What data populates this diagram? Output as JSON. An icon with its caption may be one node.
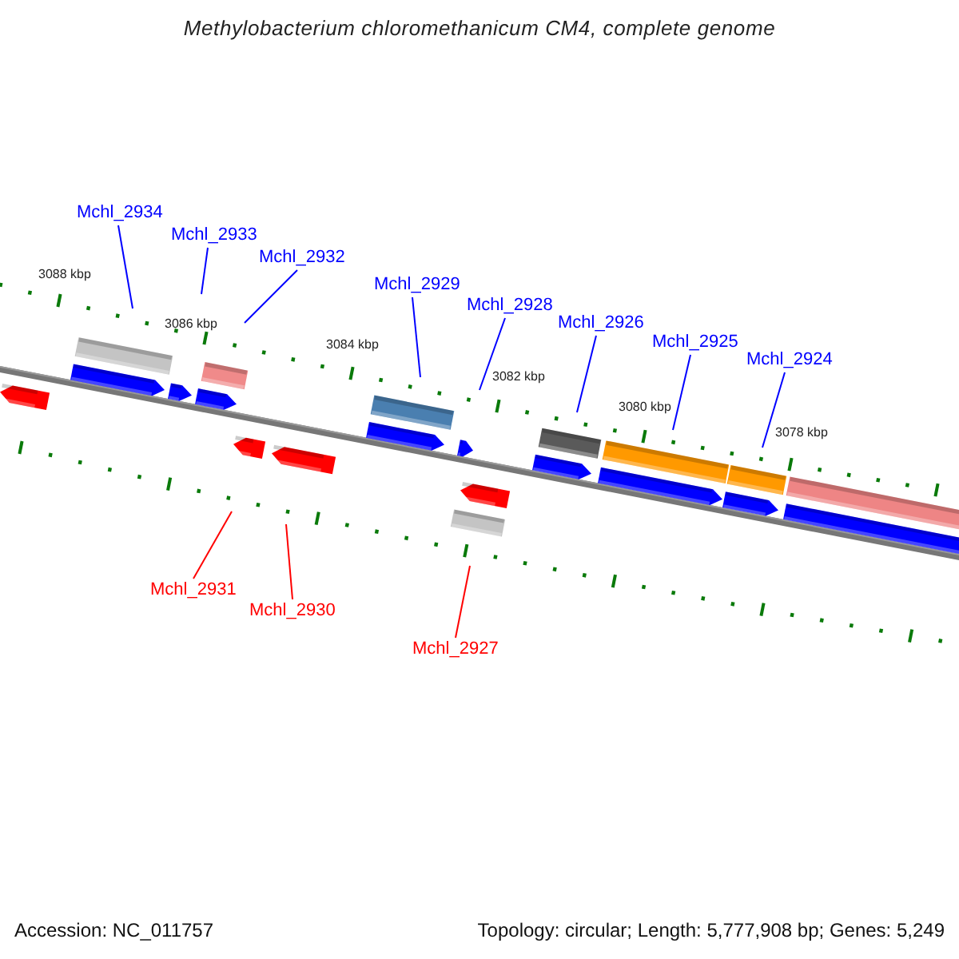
{
  "diagram": {
    "title": "Methylobacterium chloromethanicum CM4, complete genome",
    "nodes": [
      {
        "text": [
          "Mchl_2934"
        ]
      },
      {
        "text": [
          "Mchl_2933"
        ]
      },
      {
        "text": [
          "Mchl_2932"
        ]
      },
      {
        "text": [
          "Mchl_2929"
        ]
      },
      {
        "text": [
          "Mchl_2928"
        ]
      },
      {
        "text": [
          "Mchl_2926"
        ]
      },
      {
        "text": [
          "Mchl_2925"
        ]
      },
      {
        "text": [
          "Mchl_2924"
        ]
      },
      {
        "text": [
          "Mchl_2931"
        ]
      },
      {
        "text": [
          "Mchl_2930"
        ]
      },
      {
        "text": [
          "Mchl_2927"
        ]
      }
    ],
    "edges": [
      {
        "from": 0,
        "to": null,
        "arrow": "none"
      },
      {
        "from": 1,
        "to": null,
        "arrow": "none"
      },
      {
        "from": 2,
        "to": null,
        "arrow": "none"
      },
      {
        "from": 3,
        "to": null,
        "arrow": "none"
      },
      {
        "from": 4,
        "to": null,
        "arrow": "none"
      },
      {
        "from": 5,
        "to": null,
        "arrow": "none"
      },
      {
        "from": 6,
        "to": null,
        "arrow": "none"
      },
      {
        "from": 7,
        "to": null,
        "arrow": "none"
      },
      {
        "from": 8,
        "to": null,
        "arrow": "none",
        "color": "#ff0000"
      },
      {
        "from": 9,
        "to": null,
        "arrow": "none",
        "color": "#ff0000"
      },
      {
        "from": 10,
        "to": null,
        "arrow": "none",
        "color": "#ff0000"
      }
    ],
    "labels": [
      "3088 kbp",
      "3086 kbp",
      "3084 kbp",
      "3082 kbp",
      "3080 kbp",
      "3078 kbp",
      "Accession: NC_011757",
      "Topology: circular; Length: 5,777,908 bp; Genes: 5,249"
    ]
  }
}
